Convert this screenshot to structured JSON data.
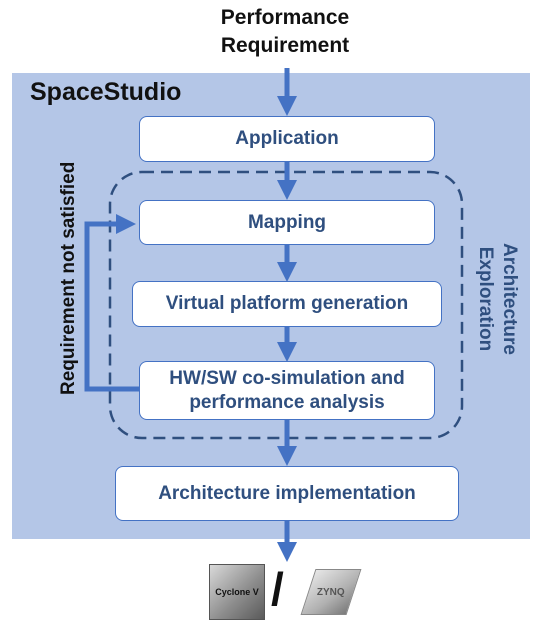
{
  "title": "SpaceStudio",
  "input_label": "Performance Requirement",
  "boxes": {
    "application": "Application",
    "mapping": "Mapping",
    "virtual_platform": "Virtual platform generation",
    "cosimulation": "HW/SW co-simulation and performance analysis",
    "implementation": "Architecture implementation"
  },
  "feedback_label": "Requirement  not satisfied",
  "exploration_label": "Architecture Exploration",
  "targets": {
    "left_chip": "Cyclone V",
    "separator": "/",
    "right_chip": "ZYNQ"
  },
  "colors": {
    "panel": "#b4c6e7",
    "arrow": "#4472c4",
    "box_text": "#2f4f7f"
  }
}
